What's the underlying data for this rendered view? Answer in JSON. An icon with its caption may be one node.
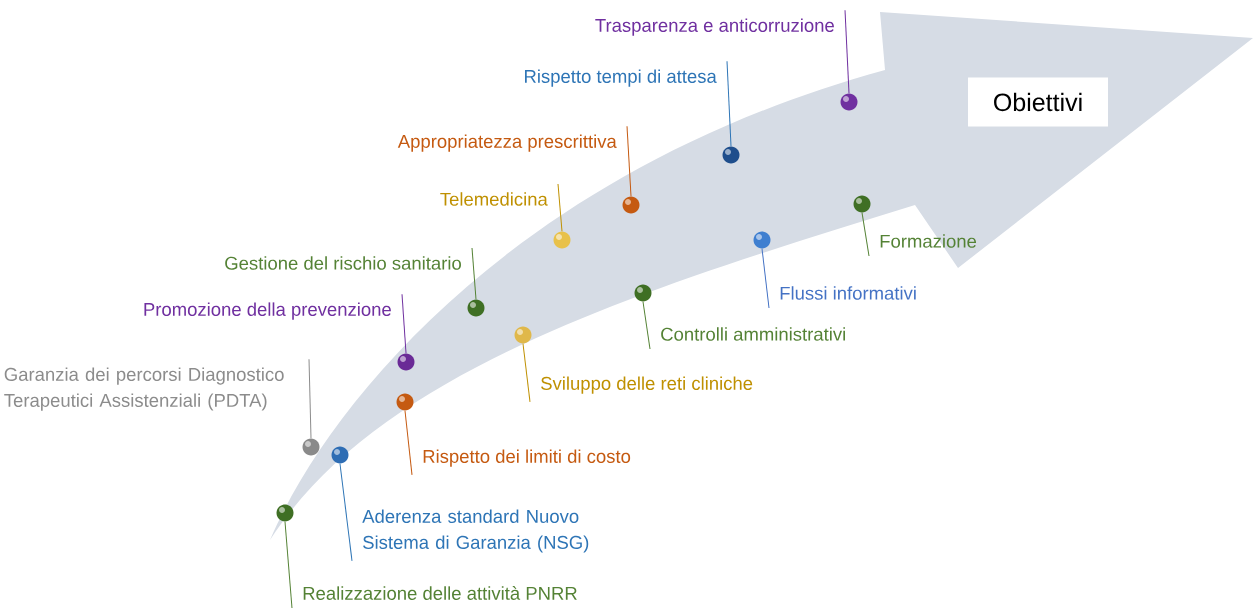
{
  "diagram": {
    "nodes": [
      {
        "text": [
          "Obiettivi"
        ]
      },
      {
        "text": [
          "Trasparenza e anticorruzione"
        ]
      },
      {
        "text": [
          "Rispetto tempi di attesa"
        ]
      },
      {
        "text": [
          "Appropriatezza prescrittiva"
        ]
      },
      {
        "text": [
          "Telemedicina"
        ]
      },
      {
        "text": [
          "Gestione del rischio sanitario"
        ]
      },
      {
        "text": [
          "Promozione della prevenzione"
        ]
      },
      {
        "text": [
          "Garanzia dei percorsi Diagnostico Terapeutici Assistenziali (PDTA)"
        ]
      },
      {
        "text": [
          "Aderenza standard Nuovo Sistema di Garanzia (NSG)"
        ]
      },
      {
        "text": [
          "Realizzazione delle attività PNRR"
        ]
      },
      {
        "text": [
          "Rispetto dei limiti di costo"
        ]
      },
      {
        "text": [
          "Sviluppo delle reti cliniche"
        ]
      },
      {
        "text": [
          "Controlli amministrativi"
        ]
      },
      {
        "text": [
          "Flussi informativi"
        ]
      },
      {
        "text": [
          "Formazione"
        ]
      },
      {
        "text": [],
        "shape": "circle"
      },
      {
        "text": [],
        "shape": "circle"
      },
      {
        "text": [],
        "shape": "circle"
      },
      {
        "text": [],
        "shape": "circle"
      },
      {
        "text": [],
        "shape": "circle"
      },
      {
        "text": [],
        "shape": "circle"
      },
      {
        "text": [],
        "shape": "circle"
      },
      {
        "text": [],
        "shape": "circle"
      },
      {
        "text": [],
        "shape": "circle"
      },
      {
        "text": [],
        "shape": "circle"
      },
      {
        "text": [],
        "shape": "circle"
      },
      {
        "text": [],
        "shape": "circle"
      },
      {
        "text": [],
        "shape": "circle"
      },
      {
        "text": [],
        "shape": "circle"
      }
    ],
    "edges": [
      {
        "from": 1,
        "to": 15,
        "arrow": "none",
        "color": "#7030a0"
      },
      {
        "from": 2,
        "to": 16,
        "arrow": "none",
        "color": "#2e75b6"
      },
      {
        "from": 3,
        "to": 17,
        "arrow": "none",
        "color": "#c55a11"
      },
      {
        "from": 4,
        "to": 18,
        "arrow": "none",
        "color": "#bf9000"
      },
      {
        "from": 5,
        "to": 19,
        "arrow": "none"
      },
      {
        "from": 6,
        "to": 20,
        "arrow": "none",
        "color": "#7030a0"
      },
      {
        "from": 7,
        "to": 21,
        "arrow": "none",
        "color": "#8c8c8c"
      },
      {
        "from": 8,
        "to": 22,
        "arrow": "none",
        "color": "#2e75b6"
      },
      {
        "from": 9,
        "to": 23,
        "arrow": "none"
      },
      {
        "from": 10,
        "to": 24,
        "arrow": "none",
        "color": "#c55a11"
      },
      {
        "from": 11,
        "to": 25,
        "arrow": "none",
        "color": "#bf9000"
      },
      {
        "from": 12,
        "to": 26,
        "arrow": "none"
      },
      {
        "from": 13,
        "to": 27,
        "arrow": "none",
        "color": "#4472c4"
      },
      {
        "from": 14,
        "to": 28,
        "arrow": "none"
      }
    ]
  }
}
